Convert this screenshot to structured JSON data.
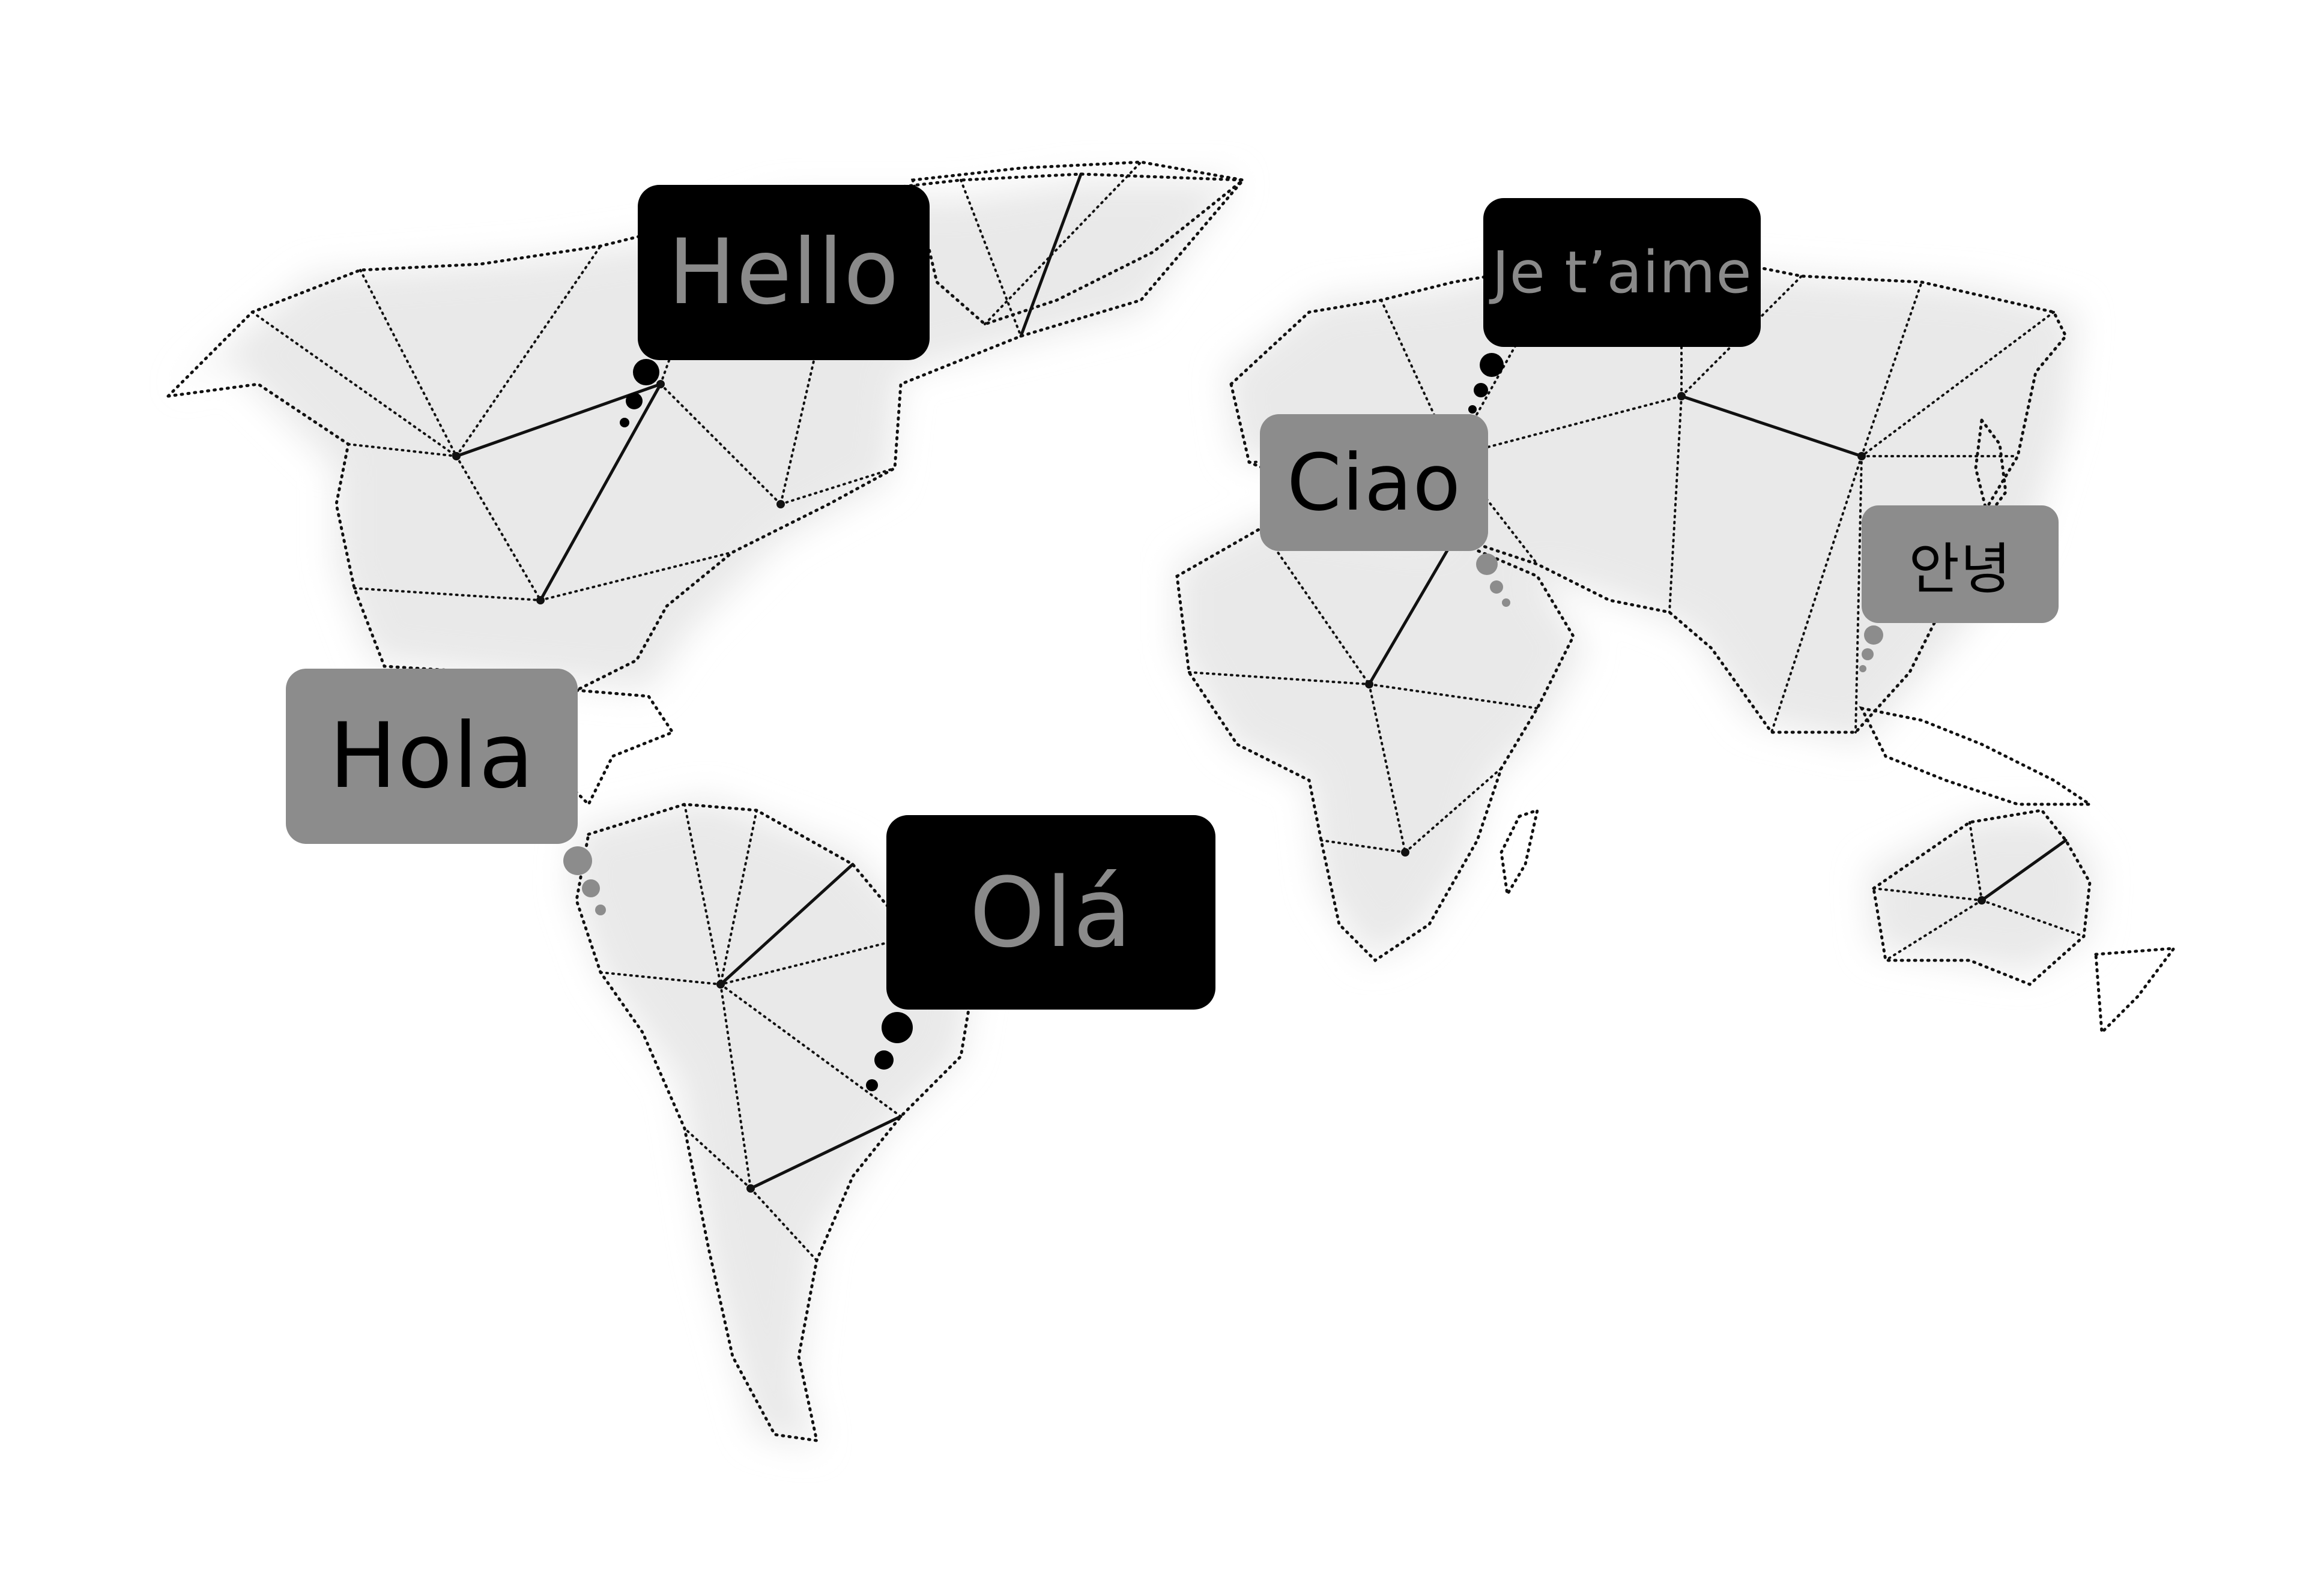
{
  "colors": {
    "background": "#ffffff",
    "map_lines": "#111111",
    "dark_bubble_bg": "#000000",
    "dark_bubble_text": "#8a8a8a",
    "light_bubble_bg": "#8c8c8c",
    "light_bubble_text": "#000000"
  },
  "greetings": {
    "hello": "Hello",
    "jetaime": "Je t’aime",
    "ciao": "Ciao",
    "annyeong": "안녕",
    "hola": "Hola",
    "ola": "Olá"
  }
}
